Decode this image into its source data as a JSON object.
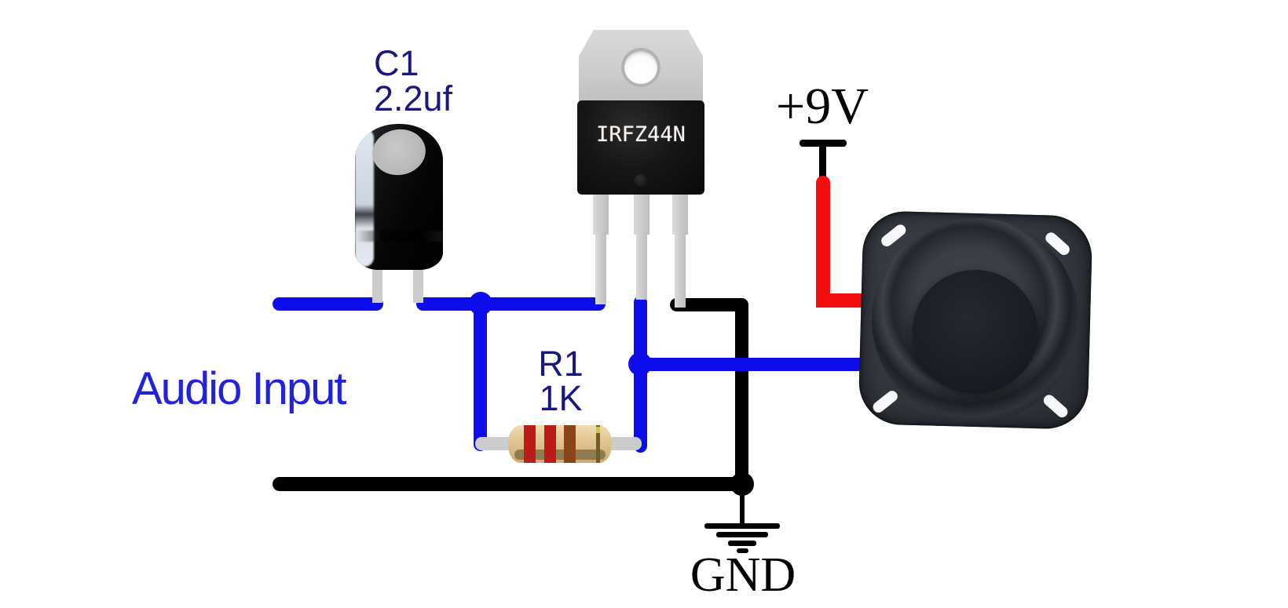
{
  "components": {
    "capacitor": {
      "ref": "C1",
      "value": "2.2uf",
      "type": "electrolytic capacitor"
    },
    "resistor": {
      "ref": "R1",
      "value": "1K",
      "type": "axial resistor",
      "bands": [
        "red",
        "red",
        "brown",
        "gold"
      ]
    },
    "mosfet": {
      "marking": "IRFZ44N",
      "package": "TO-220"
    },
    "speaker": {
      "type": "loudspeaker"
    },
    "power": {
      "label": "+9V"
    },
    "ground": {
      "label": "GND"
    },
    "input": {
      "label": "Audio Input"
    }
  },
  "wires": {
    "signal_color_name": "blue",
    "ground_color_name": "black",
    "power_color_name": "red"
  },
  "colors": {
    "wire_blue": "#0d0deb",
    "wire_black": "#000000",
    "wire_red": "#f40f0f",
    "label_navy": "#181880",
    "label_blue": "#2222dc",
    "lead_gray": "#cccccc",
    "band_red": "#bd1a1a",
    "band_brown": "#8a4418",
    "band_gold": "#6e6024"
  }
}
